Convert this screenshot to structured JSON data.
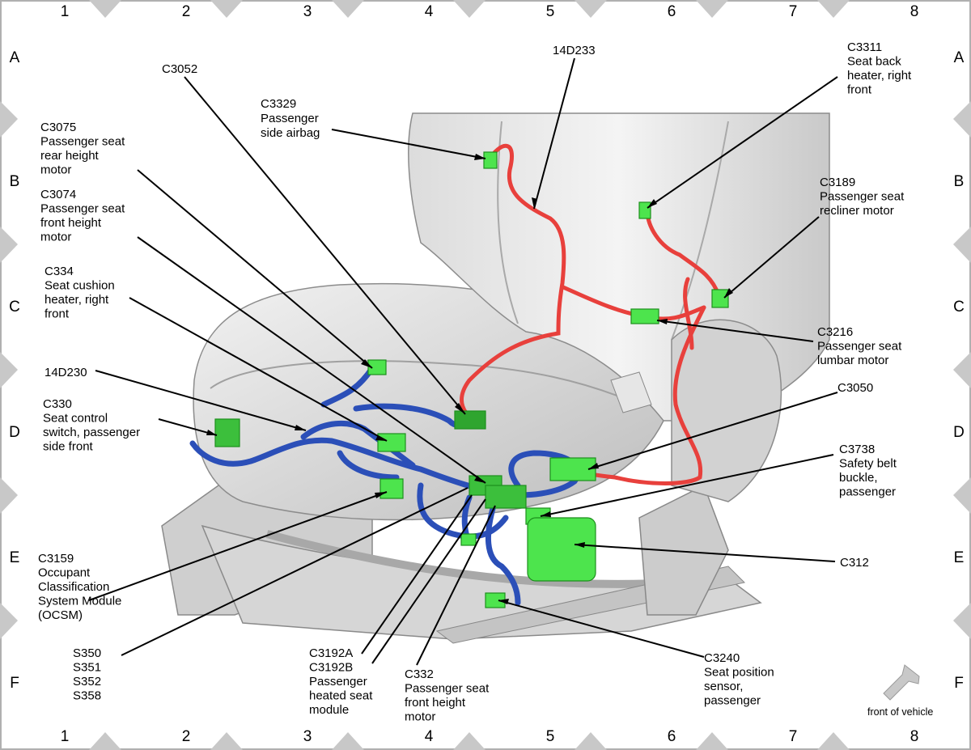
{
  "grid": {
    "columns": [
      "1",
      "2",
      "3",
      "4",
      "5",
      "6",
      "7",
      "8"
    ],
    "rows": [
      "A",
      "B",
      "C",
      "D",
      "E",
      "F"
    ]
  },
  "labels": {
    "c3052": [
      "C3052"
    ],
    "c3329": [
      "C3329",
      "Passenger",
      "side airbag"
    ],
    "c3075": [
      "C3075",
      "Passenger seat",
      "rear height",
      "motor"
    ],
    "c3074": [
      "C3074",
      "Passenger seat",
      "front height",
      "motor"
    ],
    "c334": [
      "C334",
      "Seat cushion",
      "heater, right",
      "front"
    ],
    "h14d230": [
      "14D230"
    ],
    "c330": [
      "C330",
      "Seat control",
      "switch, passenger",
      "side front"
    ],
    "c3159": [
      "C3159",
      "Occupant",
      "Classification",
      "System Module",
      "(OCSM)"
    ],
    "s350": [
      "S350",
      "S351",
      "S352",
      "S358"
    ],
    "c3192": [
      "C3192A",
      "C3192B",
      "Passenger",
      "heated seat",
      "module"
    ],
    "c332": [
      "C332",
      "Passenger seat",
      "front height",
      "motor"
    ],
    "h14d233": [
      "14D233"
    ],
    "c3311": [
      "C3311",
      "Seat back",
      "heater, right",
      "front"
    ],
    "c3189": [
      "C3189",
      "Passenger seat",
      "recliner motor"
    ],
    "c3216": [
      "C3216",
      "Passenger seat",
      "lumbar motor"
    ],
    "c3050": [
      "C3050"
    ],
    "c3738": [
      "C3738",
      "Safety belt",
      "buckle,",
      "passenger"
    ],
    "c312": [
      "C312"
    ],
    "c3240": [
      "C3240",
      "Seat position",
      "sensor,",
      "passenger"
    ]
  },
  "front_of_vehicle": "front of vehicle",
  "colors": {
    "harness_red": "#e8403c",
    "harness_blue": "#2b4fb8",
    "connector_green": "#4de44d",
    "seat_gray": "#d9d9d9",
    "edge_marker": "#c8c8c8"
  }
}
